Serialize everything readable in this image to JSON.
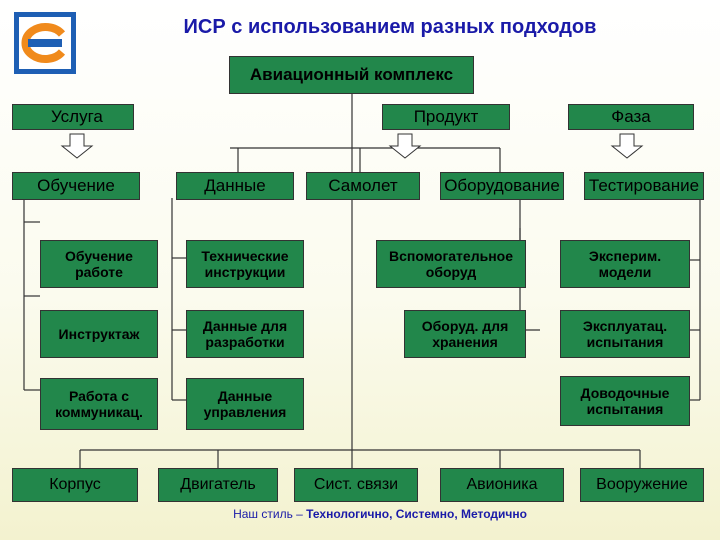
{
  "title": "ИСР с использованием разных подходов",
  "root": "Авиационный комплекс",
  "approaches": [
    "Услуга",
    "Продукт",
    "Фаза"
  ],
  "level2": [
    "Обучение",
    "Данные",
    "Самолет",
    "Оборудование",
    "Тестирование"
  ],
  "training": [
    "Обучение работе",
    "Инструктаж",
    "Работа с коммуникац."
  ],
  "data": [
    "Технические инструкции",
    "Данные для разработки",
    "Данные управления"
  ],
  "equipment": [
    "Вспомогательное оборуд",
    "Оборуд. для хранения"
  ],
  "testing": [
    "Эксперим. модели",
    "Эксплуатац. испытания",
    "Доводочные испытания"
  ],
  "aircraft": [
    "Корпус",
    "Двигатель",
    "Сист. связи",
    "Авионика",
    "Вооружение"
  ],
  "footer": {
    "prefix": "Наш стиль – ",
    "motto": "Технологично, Системно, Методично"
  },
  "colors": {
    "box_fill": "#22874b",
    "title": "#1a1aa8",
    "logo_blue": "#1e5fb4",
    "logo_orange": "#f08a1c"
  },
  "icons": [
    "company-logo",
    "down-arrow-icon"
  ]
}
